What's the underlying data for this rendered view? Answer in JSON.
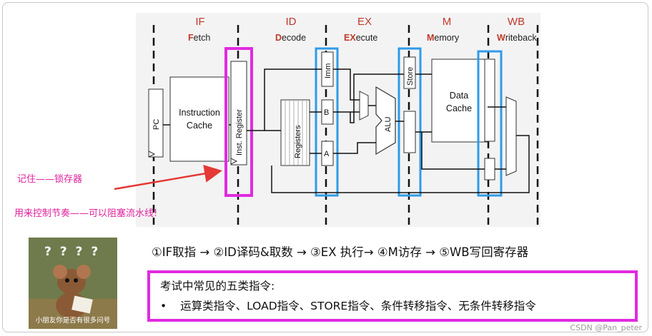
{
  "stages": [
    {
      "abbr": "IF",
      "initial": "F",
      "rest": "etch"
    },
    {
      "abbr": "ID",
      "initial": "D",
      "rest": "ecode"
    },
    {
      "abbr": "EX",
      "initial": "EX",
      "rest": "ecute"
    },
    {
      "abbr": "M",
      "initial": "M",
      "rest": "emory"
    },
    {
      "abbr": "WB",
      "initial": "W",
      "rest": "riteback"
    }
  ],
  "blocks": {
    "pc": "PC",
    "instruction_cache_line1": "Instruction",
    "instruction_cache_line2": "Cache",
    "inst_register": "Inst. Register",
    "registers": "Registers",
    "imm": "Imm",
    "reg_b": "B",
    "reg_a": "A",
    "alu": "ALU",
    "store": "Store",
    "data_cache_line1": "Data",
    "data_cache_line2": "Cache"
  },
  "annotations": {
    "latch_note": "记住——锁存器",
    "rhythm_note": "用来控制节奏——可以阻塞流水线!"
  },
  "steps": "①IF取指 → ②ID译码&取数 → ③EX 执行→ ④M访存 → ⑤WB写回寄存器",
  "exam": {
    "title": "考试中常见的五类指令:",
    "bullet": "•",
    "item": "运算类指令、LOAD指令、STORE指令、条件转移指令、无条件转移指令"
  },
  "meme": {
    "question_marks": "? ? ? ?",
    "caption": "小朋友你是否有很多问号"
  },
  "watermark": "CSDN @Pan_peter",
  "colors": {
    "stage_letter": "#c0392b",
    "note": "#e0219d",
    "highlight_magenta": "#e02be0",
    "highlight_blue": "#2f9be8",
    "arrow_red": "#e53935"
  }
}
